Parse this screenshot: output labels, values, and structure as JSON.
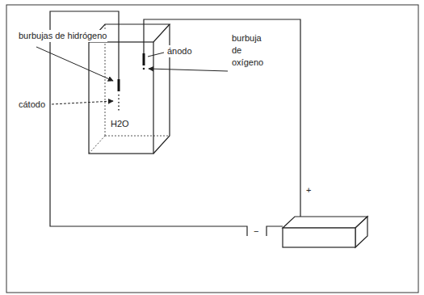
{
  "diagram": {
    "labels": [
      "burbujas de hidrógeno",
      "cátodo",
      "H2O",
      "ánodo",
      "burbuja de oxígeno",
      "+",
      "−"
    ]
  }
}
